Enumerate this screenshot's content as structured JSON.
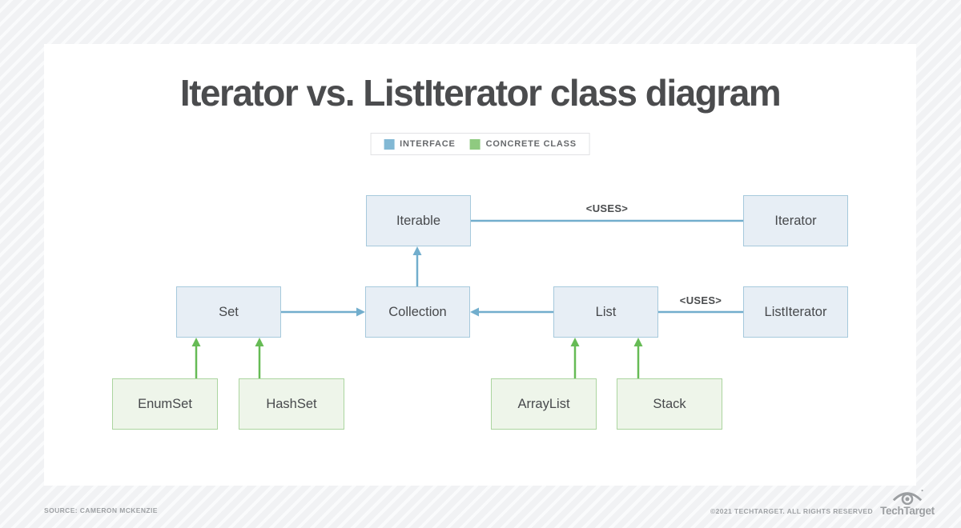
{
  "page": {
    "title": "Iterator vs. ListIterator class diagram"
  },
  "legend": {
    "items": [
      {
        "label": "INTERFACE",
        "color": "#82b8d4"
      },
      {
        "label": "CONCRETE CLASS",
        "color": "#8fca80"
      }
    ]
  },
  "diagram": {
    "uses_label": "<USES>",
    "nodes": [
      {
        "id": "iterable",
        "label": "Iterable",
        "type": "interface"
      },
      {
        "id": "iterator",
        "label": "Iterator",
        "type": "interface"
      },
      {
        "id": "set",
        "label": "Set",
        "type": "interface"
      },
      {
        "id": "collection",
        "label": "Collection",
        "type": "interface"
      },
      {
        "id": "list",
        "label": "List",
        "type": "interface"
      },
      {
        "id": "listiterator",
        "label": "ListIterator",
        "type": "interface"
      },
      {
        "id": "enumset",
        "label": "EnumSet",
        "type": "concrete"
      },
      {
        "id": "hashset",
        "label": "HashSet",
        "type": "concrete"
      },
      {
        "id": "arraylist",
        "label": "ArrayList",
        "type": "concrete"
      },
      {
        "id": "stack",
        "label": "Stack",
        "type": "concrete"
      }
    ],
    "colors": {
      "interface_fill": "#e7eef5",
      "interface_border": "#a6c9dc",
      "concrete_fill": "#eef5ea",
      "concrete_border": "#abd59f",
      "blue_line": "#72aecd",
      "green_line": "#66bb55"
    }
  },
  "footer": {
    "source": "SOURCE: CAMERON MCKENZIE",
    "copyright": "©2021 TECHTARGET. ALL RIGHTS RESERVED",
    "logo_text": "TechTarget"
  }
}
